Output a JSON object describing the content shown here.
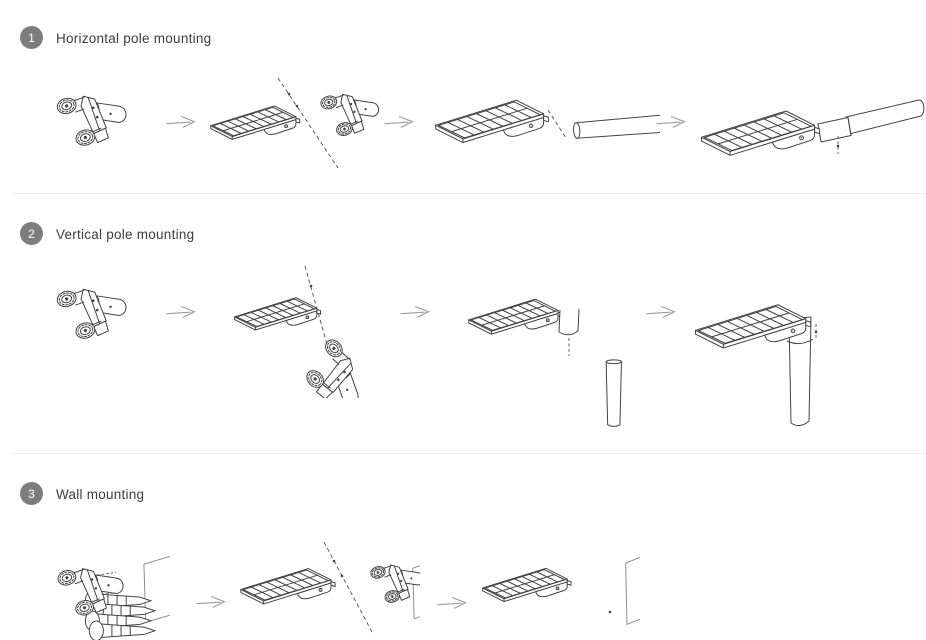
{
  "page": {
    "title": "Solar street light mounting instructions",
    "background": "#ffffff"
  },
  "colors": {
    "badge_bg": "#7d7d7d",
    "badge_text": "#ffffff",
    "title_text": "#3d3d3d",
    "divider": "#ebebeb",
    "line_art": "#434343",
    "wall_line": "#8f8f8f",
    "arrow": "#9c9c9c"
  },
  "sections": [
    {
      "number": "1",
      "title": "Horizontal pole mounting",
      "steps": [
        "pole-clamp-bracket",
        "fasten-bracket-to-light",
        "slide-light-onto-horizontal-pole",
        "light-mounted-on-horizontal-pole"
      ]
    },
    {
      "number": "2",
      "title": "Vertical pole mounting",
      "steps": [
        "pole-clamp-bracket",
        "fasten-bracket-under-light",
        "set-light-onto-vertical-pole",
        "light-mounted-on-vertical-pole"
      ]
    },
    {
      "number": "3",
      "title": "Wall mounting",
      "steps": [
        "anchor-bracket-to-wall",
        "fasten-light-to-wall-bracket",
        "light-mounted-on-wall"
      ]
    }
  ],
  "icons": {
    "arrow": "arrow-right-icon"
  }
}
